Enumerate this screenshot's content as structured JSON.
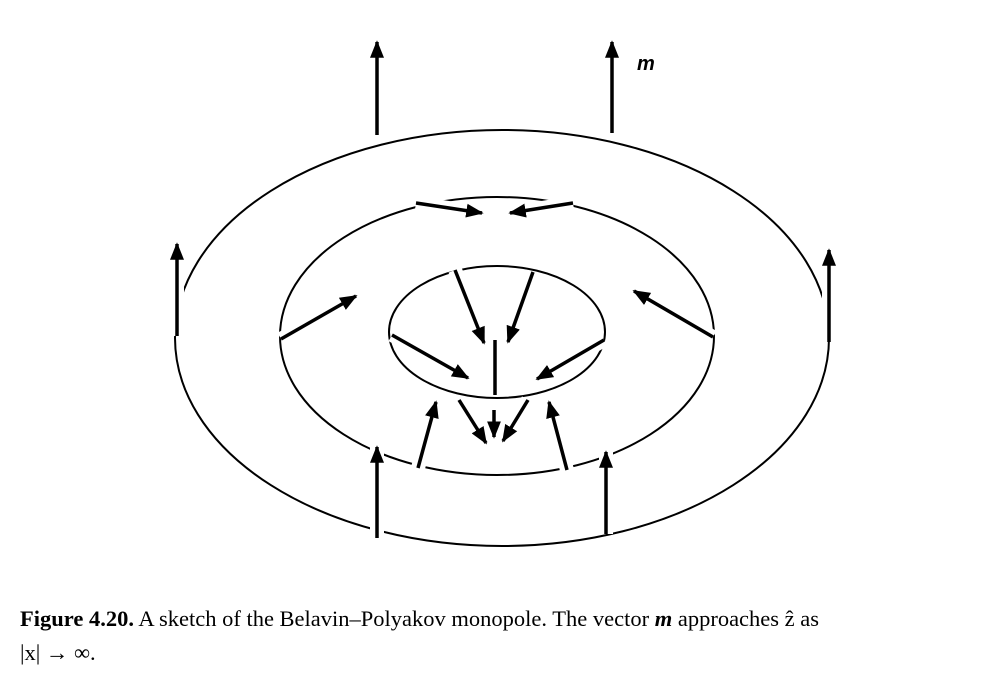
{
  "figure": {
    "vector_label": "m",
    "caption": {
      "number": "Figure 4.20.",
      "text_before": " A sketch of the Belavin–Polyakov monopole. The vector ",
      "vector": "m",
      "text_after": " approaches ẑ as",
      "line2": "|x| → ∞."
    }
  }
}
